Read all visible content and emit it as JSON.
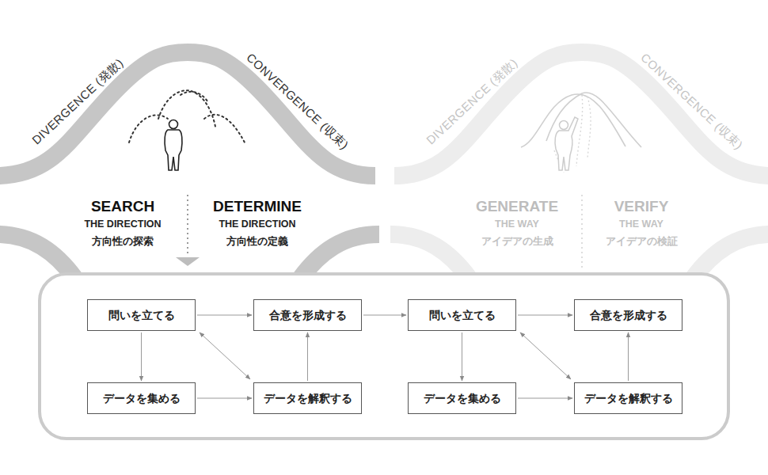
{
  "diagram": {
    "nodes": [
      {
        "text": [
          "問いを立てる"
        ]
      },
      {
        "text": [
          "合意を形成する"
        ]
      },
      {
        "text": [
          "データを集める"
        ]
      },
      {
        "text": [
          "データを解釈する"
        ]
      },
      {
        "text": [
          "問いを立てる"
        ]
      },
      {
        "text": [
          "合意を形成する"
        ]
      },
      {
        "text": [
          "データを集める"
        ]
      },
      {
        "text": [
          "データを解釈する"
        ]
      }
    ],
    "edges": [
      {
        "from": 0,
        "to": 1,
        "arrow": "to"
      },
      {
        "from": 0,
        "to": 2,
        "arrow": "to"
      },
      {
        "from": 2,
        "to": 3,
        "arrow": "to"
      },
      {
        "from": 3,
        "to": 1,
        "arrow": "to"
      },
      {
        "from": 0,
        "to": 3,
        "arrow": "both"
      },
      {
        "from": 1,
        "to": 4,
        "arrow": "to"
      },
      {
        "from": 4,
        "to": 5,
        "arrow": "to"
      },
      {
        "from": 4,
        "to": 6,
        "arrow": "to"
      },
      {
        "from": 6,
        "to": 7,
        "arrow": "to"
      },
      {
        "from": 7,
        "to": 5,
        "arrow": "to"
      },
      {
        "from": 4,
        "to": 7,
        "arrow": "both"
      }
    ],
    "labels": [
      "DIVERGENCE (発散)",
      "CONVERGENCE (収束)",
      "SEARCH",
      "THE DIRECTION",
      "方向性の探索",
      "DETERMINE",
      "THE DIRECTION",
      "方向性の定義",
      "DIVERGENCE (発散)",
      "CONVERGENCE (収束)",
      "GENERATE",
      "THE WAY",
      "アイデアの生成",
      "VERIFY",
      "THE WAY",
      "アイデアの検証"
    ]
  }
}
